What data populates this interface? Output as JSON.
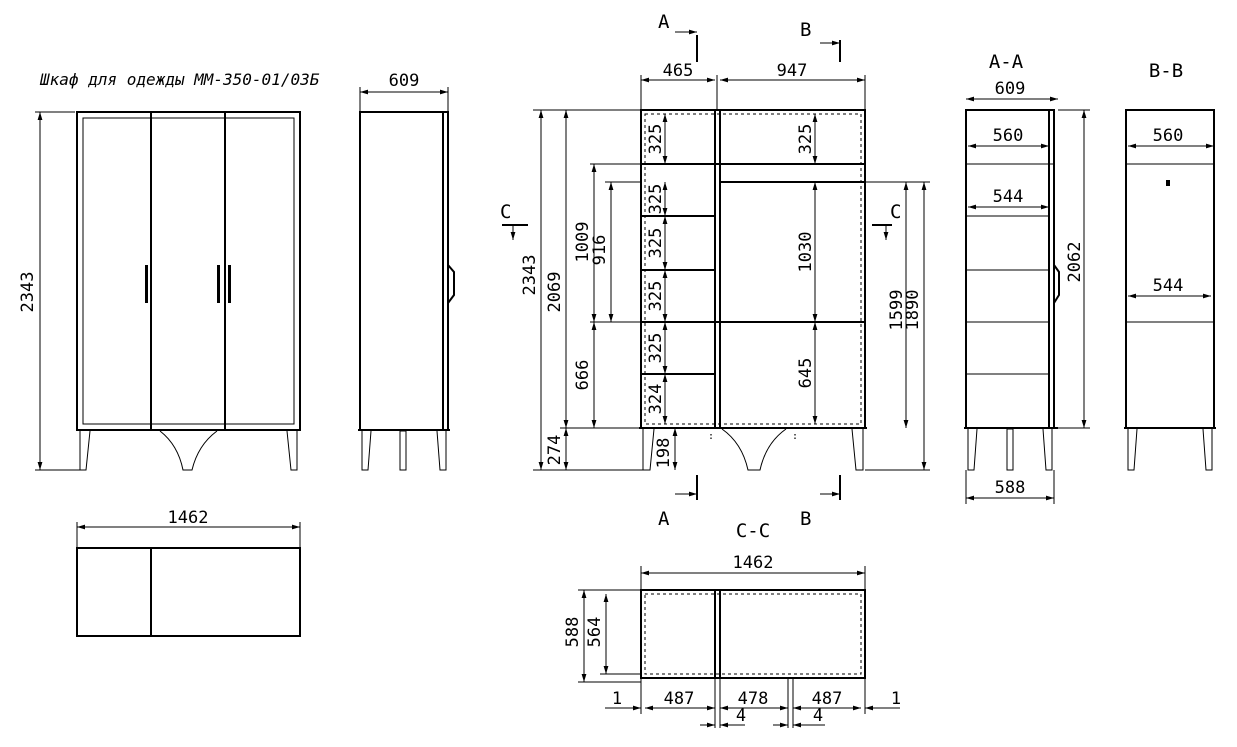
{
  "title": "Шкаф для одежды ММ-350-01/03Б",
  "front": {
    "height": "2343"
  },
  "side": {
    "width": "609"
  },
  "top_view": {
    "width": "1462"
  },
  "section_c": {
    "top_465": "465",
    "top_947": "947",
    "left_325a": "325",
    "left_325b": "325",
    "left_325c": "325",
    "left_325d": "325",
    "left_325e": "325",
    "left_324": "324",
    "right_325": "325",
    "right_1030": "1030",
    "right_645": "645",
    "h_2343": "2343",
    "h_2069": "2069",
    "h_1009": "1009",
    "h_916": "916",
    "h_666": "666",
    "h_274": "274",
    "h_198": "198",
    "h_1599": "1599",
    "h_1890": "1890"
  },
  "section_aa": {
    "label": "A-A",
    "w609": "609",
    "w560": "560",
    "w544": "544",
    "h2062": "2062",
    "w588": "588"
  },
  "section_bb": {
    "label": "B-B",
    "w560": "560",
    "w544": "544"
  },
  "section_cc_plan": {
    "label": "C-C",
    "w1462": "1462",
    "h588": "588",
    "h564": "564",
    "d1a": "1",
    "d487a": "487",
    "d478": "478",
    "d487b": "487",
    "d1b": "1",
    "d4a": "4",
    "d4b": "4"
  },
  "cut_letters": {
    "a_top": "A",
    "b_top": "B",
    "a_bottom": "A",
    "b_bottom": "B",
    "c_left": "C",
    "c_right": "C"
  }
}
